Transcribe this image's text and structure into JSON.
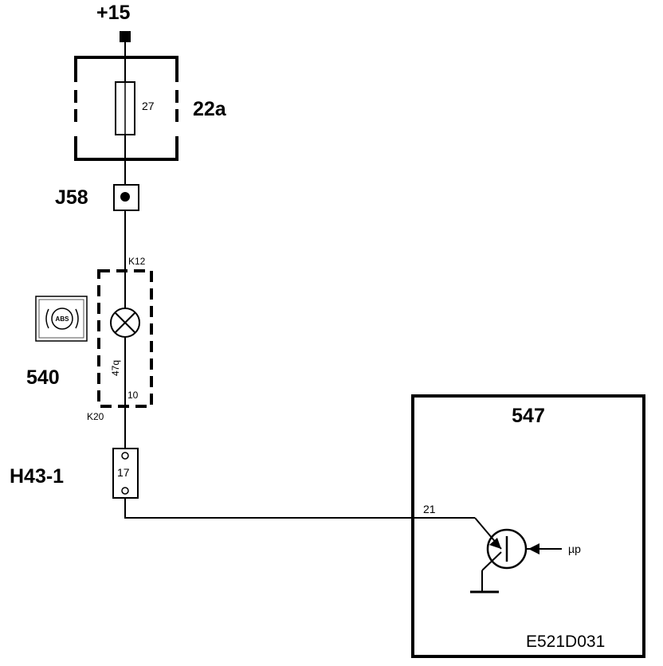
{
  "diagram": {
    "supply_label": "+15",
    "fuse_box": {
      "label": "22a",
      "fuse_number": "27"
    },
    "splice": {
      "label": "J58"
    },
    "lamp_unit": {
      "label": "540",
      "connector_top": "K12",
      "connector_bottom": "K20",
      "pin_bottom": "10",
      "wire_color": "47q",
      "icon_text": "ABS"
    },
    "connector": {
      "label": "H43-1",
      "pin": "17"
    },
    "control_module": {
      "label": "547",
      "pin": "21",
      "input_label": "µp",
      "diagram_id": "E521D031"
    }
  }
}
